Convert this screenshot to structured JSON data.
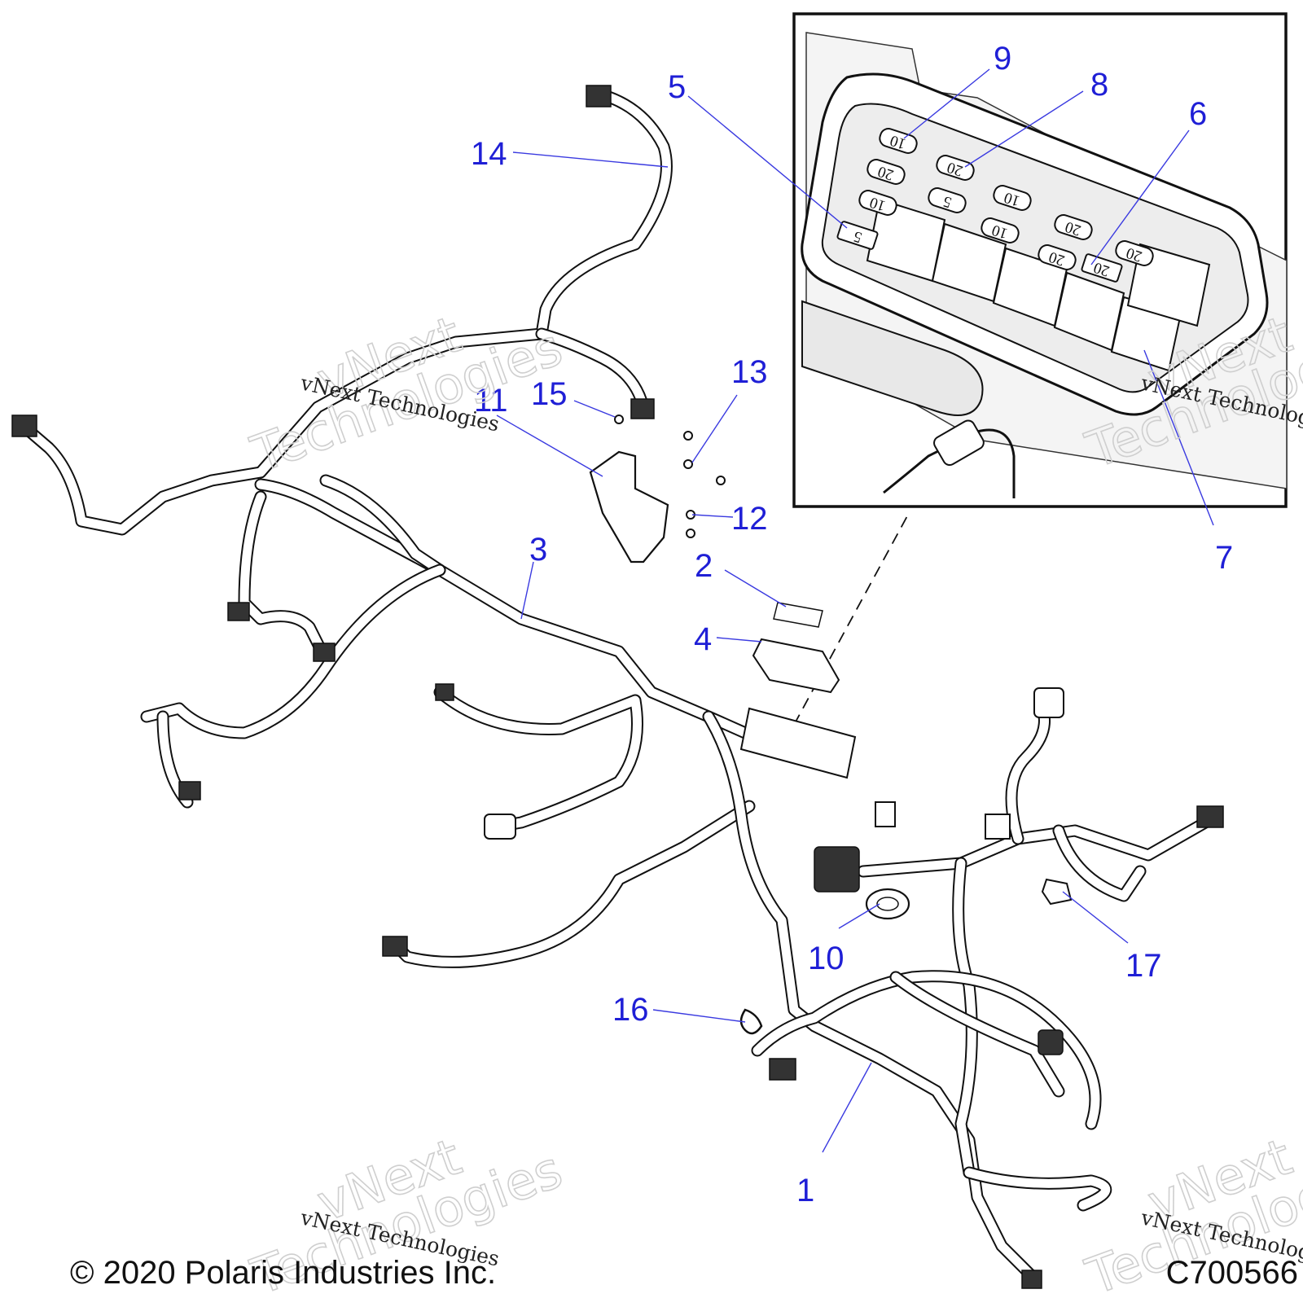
{
  "callouts": [
    {
      "id": "1",
      "label": "1"
    },
    {
      "id": "2",
      "label": "2"
    },
    {
      "id": "3",
      "label": "3"
    },
    {
      "id": "4",
      "label": "4"
    },
    {
      "id": "5",
      "label": "5"
    },
    {
      "id": "6",
      "label": "6"
    },
    {
      "id": "7",
      "label": "7"
    },
    {
      "id": "8",
      "label": "8"
    },
    {
      "id": "9",
      "label": "9"
    },
    {
      "id": "10",
      "label": "10"
    },
    {
      "id": "11",
      "label": "11"
    },
    {
      "id": "12",
      "label": "12"
    },
    {
      "id": "13",
      "label": "13"
    },
    {
      "id": "14",
      "label": "14"
    },
    {
      "id": "15",
      "label": "15"
    },
    {
      "id": "16",
      "label": "16"
    },
    {
      "id": "17",
      "label": "17"
    }
  ],
  "fuse_labels": [
    "10",
    "20",
    "20",
    "10",
    "5",
    "5",
    "10",
    "10",
    "20",
    "20",
    "20",
    "20"
  ],
  "watermark": {
    "line1": "vNext",
    "line2": "Technologies",
    "caption": "vNext Technologies"
  },
  "footer": {
    "copyright": "© 2020 Polaris Industries Inc.",
    "drawing_id": "C700566"
  },
  "colors": {
    "callout": "#1f1fd6",
    "line": "#111111"
  }
}
